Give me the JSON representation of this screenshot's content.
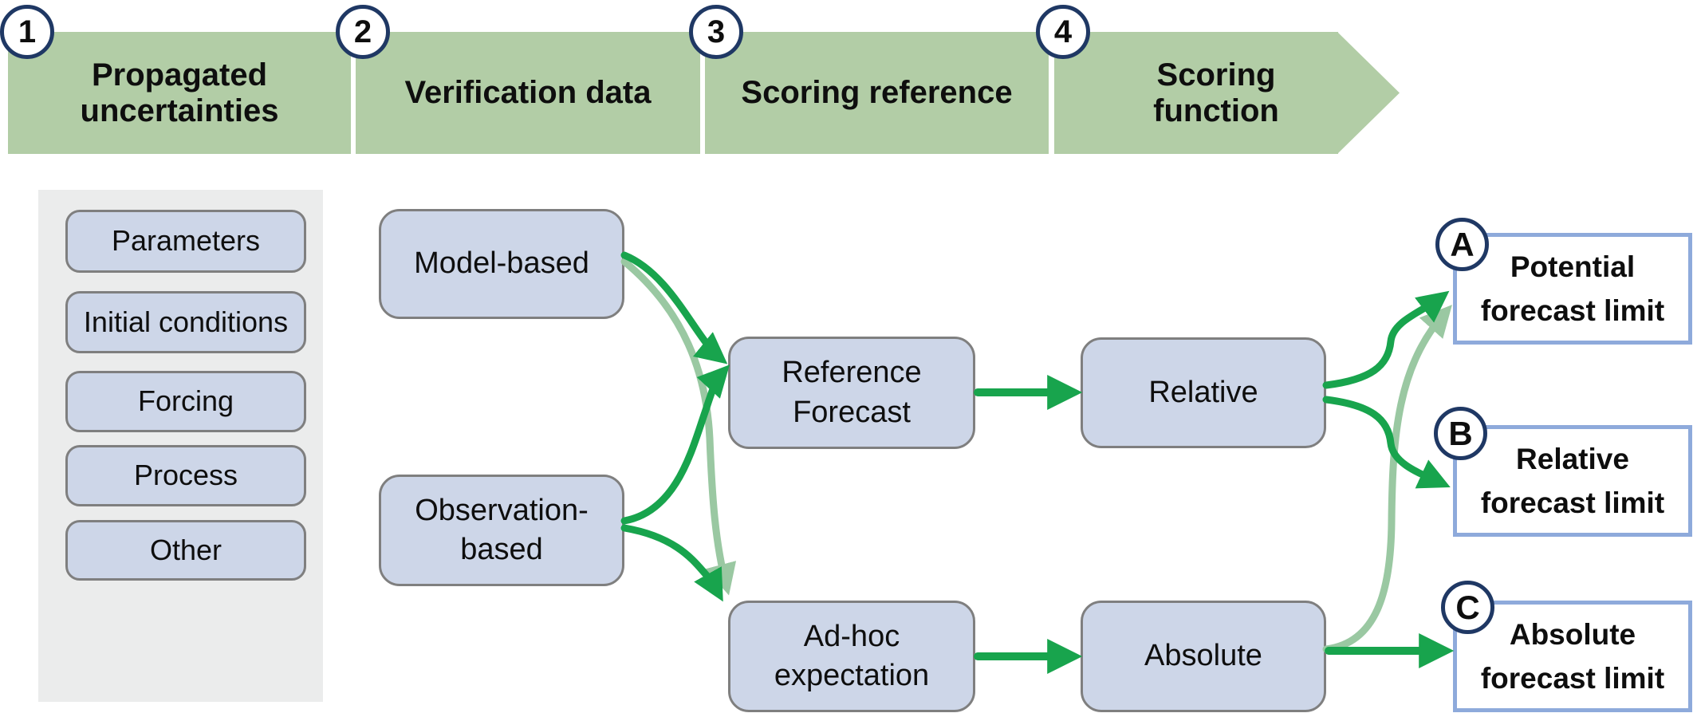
{
  "banner": {
    "steps": [
      {
        "number": "1",
        "label": "Propagated uncertainties"
      },
      {
        "number": "2",
        "label": "Verification data"
      },
      {
        "number": "3",
        "label": "Scoring reference"
      },
      {
        "number": "4",
        "label": "Scoring function"
      }
    ]
  },
  "uncertainty_panel": {
    "items": [
      "Parameters",
      "Initial conditions",
      "Forcing",
      "Process",
      "Other"
    ]
  },
  "verification_data": {
    "model": "Model-based",
    "observation": "Observation-based"
  },
  "scoring_reference": {
    "reference": "Reference Forecast",
    "adhoc": "Ad-hoc expectation"
  },
  "scoring_function": {
    "relative": "Relative",
    "absolute": "Absolute"
  },
  "outcomes": [
    {
      "letter": "A",
      "label": "Potential forecast limit"
    },
    {
      "letter": "B",
      "label": "Relative forecast limit"
    },
    {
      "letter": "C",
      "label": "Absolute forecast limit"
    }
  ],
  "arrows": [
    {
      "from": "Model-based",
      "to": "Reference Forecast",
      "color": "dark-green"
    },
    {
      "from": "Model-based",
      "to": "Ad-hoc expectation",
      "color": "light-green"
    },
    {
      "from": "Observation-based",
      "to": "Reference Forecast",
      "color": "dark-green"
    },
    {
      "from": "Observation-based",
      "to": "Ad-hoc expectation",
      "color": "dark-green"
    },
    {
      "from": "Reference Forecast",
      "to": "Relative",
      "color": "dark-green"
    },
    {
      "from": "Ad-hoc expectation",
      "to": "Absolute",
      "color": "dark-green"
    },
    {
      "from": "Relative",
      "to": "Potential forecast limit",
      "color": "dark-green"
    },
    {
      "from": "Relative",
      "to": "Relative forecast limit",
      "color": "dark-green"
    },
    {
      "from": "Absolute",
      "to": "Potential forecast limit",
      "color": "light-green"
    },
    {
      "from": "Absolute",
      "to": "Absolute forecast limit",
      "color": "dark-green"
    }
  ],
  "colors": {
    "banner_green": "#b2cda6",
    "box_blue_fill": "#cdd6e8",
    "box_gray_border": "#7f7f7f",
    "panel_gray": "#ebecec",
    "outcome_border_blue": "#8eaadb",
    "circle_navy": "#1f3864",
    "arrow_green_dark": "#18a44d",
    "arrow_green_light": "#9ac8a2"
  }
}
